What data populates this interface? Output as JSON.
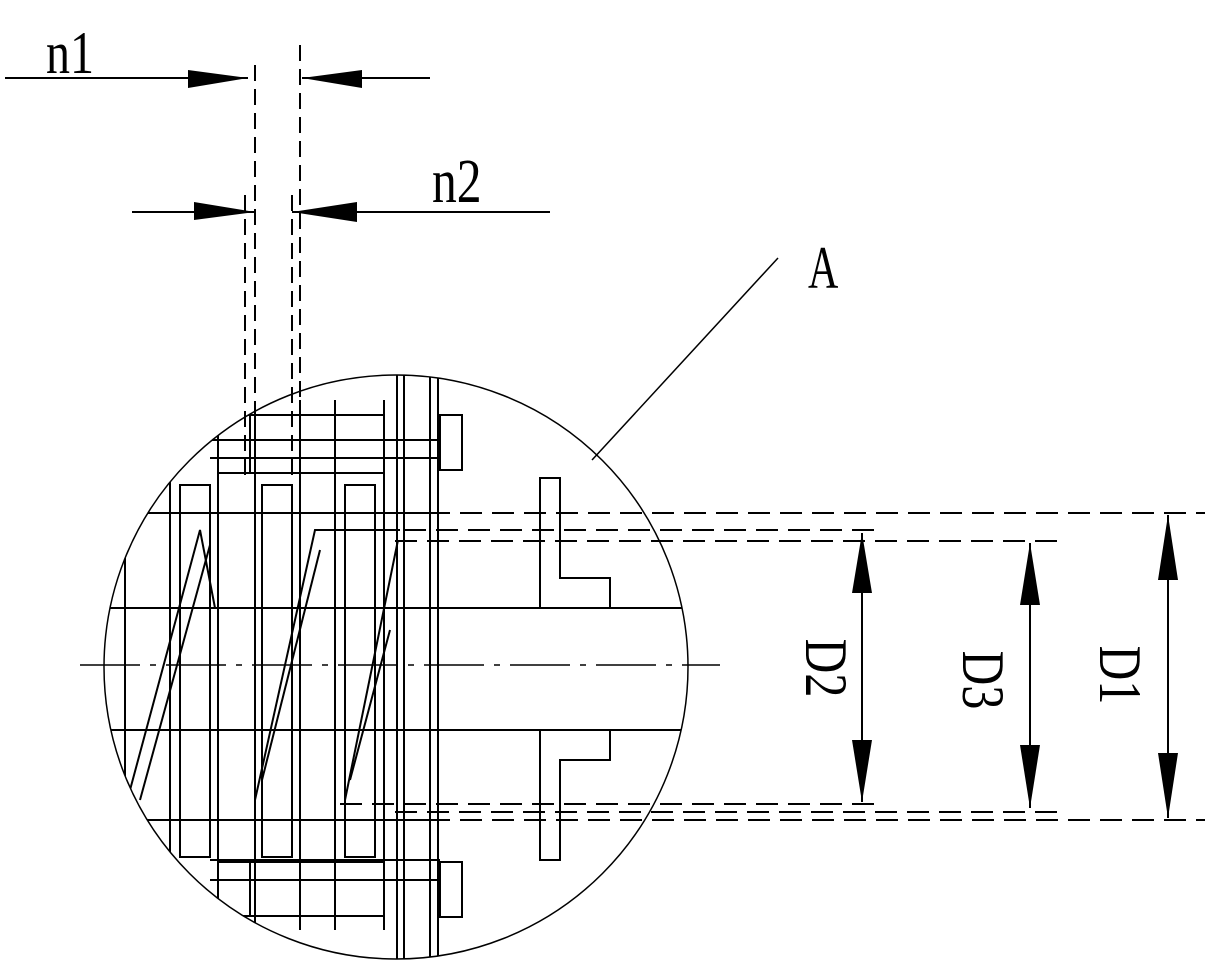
{
  "labels": {
    "n1": "n1",
    "n2": "n2",
    "a": "A",
    "d1": "D1",
    "d2": "D2",
    "d3": "D3"
  },
  "colors": {
    "line": "#000000",
    "background": "#ffffff"
  }
}
